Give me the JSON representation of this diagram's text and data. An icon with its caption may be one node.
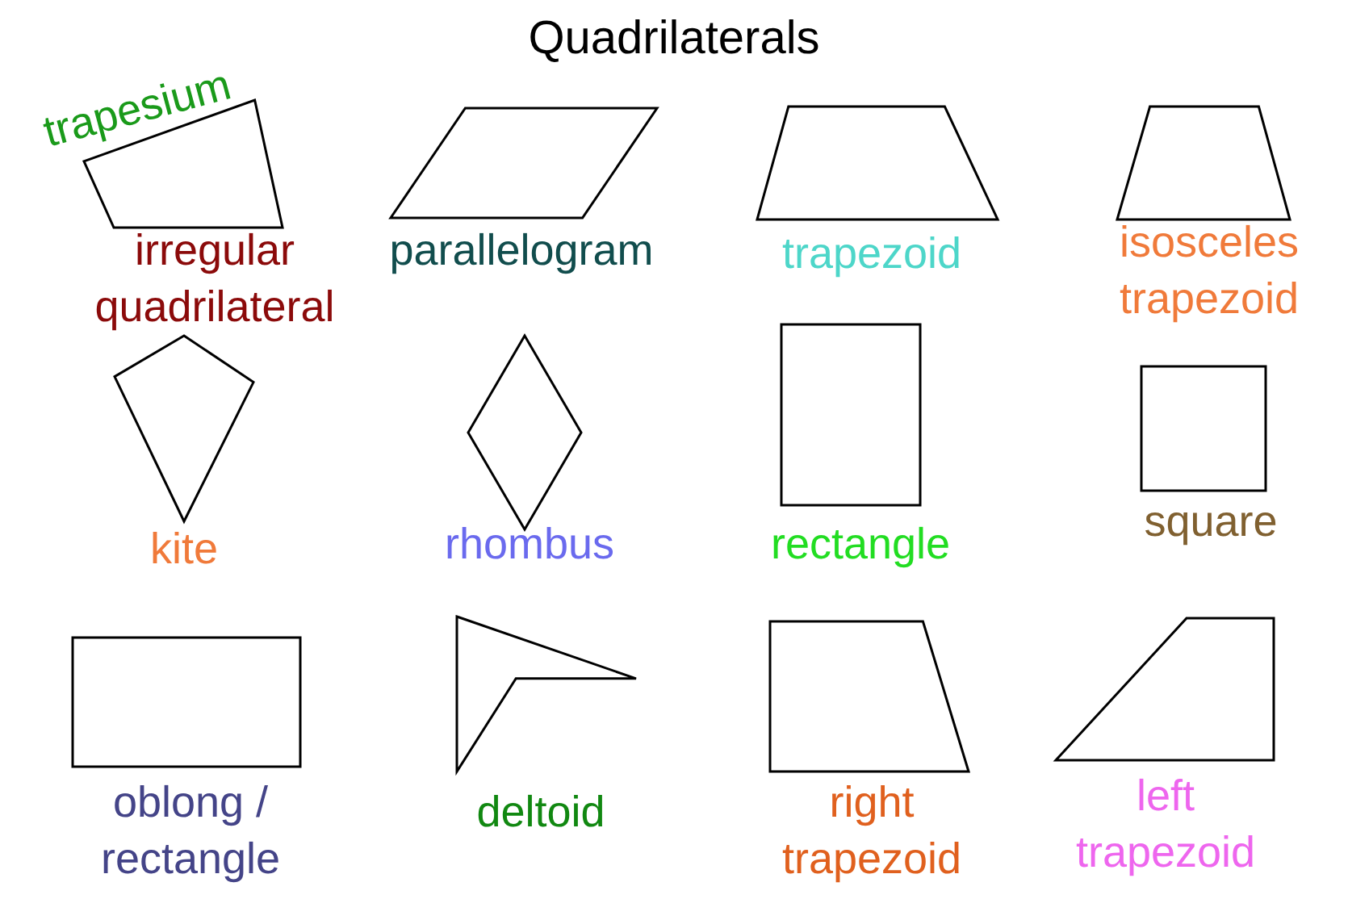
{
  "diagram": {
    "title": "Quadrilaterals",
    "nodes": [
      {
        "text": [],
        "shape": "quadrilateral",
        "beside": [
          "trapesium",
          "irregular quadrilateral"
        ]
      },
      {
        "text": [],
        "shape": "parallelogram",
        "beside": [
          "parallelogram"
        ]
      },
      {
        "text": [],
        "shape": "trapezoid",
        "beside": [
          "trapezoid"
        ]
      },
      {
        "text": [],
        "shape": "trapezoid",
        "beside": [
          "isosceles trapezoid"
        ]
      },
      {
        "text": [],
        "shape": "kite",
        "beside": [
          "kite"
        ]
      },
      {
        "text": [],
        "shape": "rhombus",
        "beside": [
          "rhombus"
        ]
      },
      {
        "text": [],
        "shape": "rectangle",
        "beside": [
          "rectangle"
        ]
      },
      {
        "text": [],
        "shape": "square",
        "beside": [
          "square"
        ]
      },
      {
        "text": [],
        "shape": "rectangle",
        "beside": [
          "oblong / rectangle"
        ]
      },
      {
        "text": [],
        "shape": "deltoid",
        "beside": [
          "deltoid"
        ]
      },
      {
        "text": [],
        "shape": "trapezoid",
        "beside": [
          "right trapezoid"
        ]
      },
      {
        "text": [],
        "shape": "trapezoid",
        "beside": [
          "left trapezoid"
        ]
      }
    ]
  }
}
